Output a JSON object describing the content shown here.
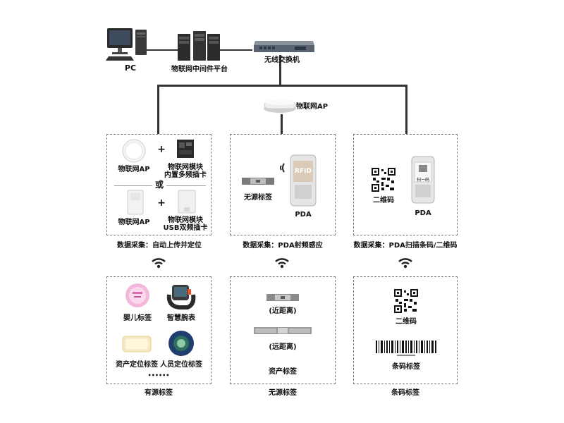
{
  "top": {
    "pc_label": "PC",
    "middleware_label": "物联网中间件平台",
    "switch_label": "无线交换机",
    "ap_label": "物联网AP"
  },
  "columns": [
    {
      "collect": {
        "ap1_label": "物联网AP",
        "module1_label_l1": "物联网模块",
        "module1_label_l2": "内置多频插卡",
        "or_label": "或",
        "ap2_label": "物联网AP",
        "module2_label_l1": "物联网模块",
        "module2_label_l2": "USB双频插卡",
        "plus": "+"
      },
      "caption": "数据采集：自动上传并定位",
      "tags": {
        "baby_label": "婴儿标签",
        "watch_label": "智慧腕表",
        "asset_label": "资产定位标签",
        "person_label": "人员定位标签",
        "ellipsis": "••••••"
      },
      "footer": "有源标签"
    },
    {
      "collect": {
        "passive_label": "无源标签",
        "pda_label": "PDA",
        "rfid_text": "RFID"
      },
      "caption": "数据采集：PDA射频感应",
      "tags": {
        "near_label": "(近距离)",
        "far_label": "(远距离)",
        "group_label": "资产标签"
      },
      "footer": "无源标签"
    },
    {
      "collect": {
        "qr_label": "二维码",
        "pda_label": "PDA",
        "scan_text": "扫一码"
      },
      "caption": "数据采集：PDA扫描条码/二维码",
      "tags": {
        "qr_label": "二维码",
        "barcode_label": "条码标签"
      },
      "footer": "条码标签"
    }
  ]
}
